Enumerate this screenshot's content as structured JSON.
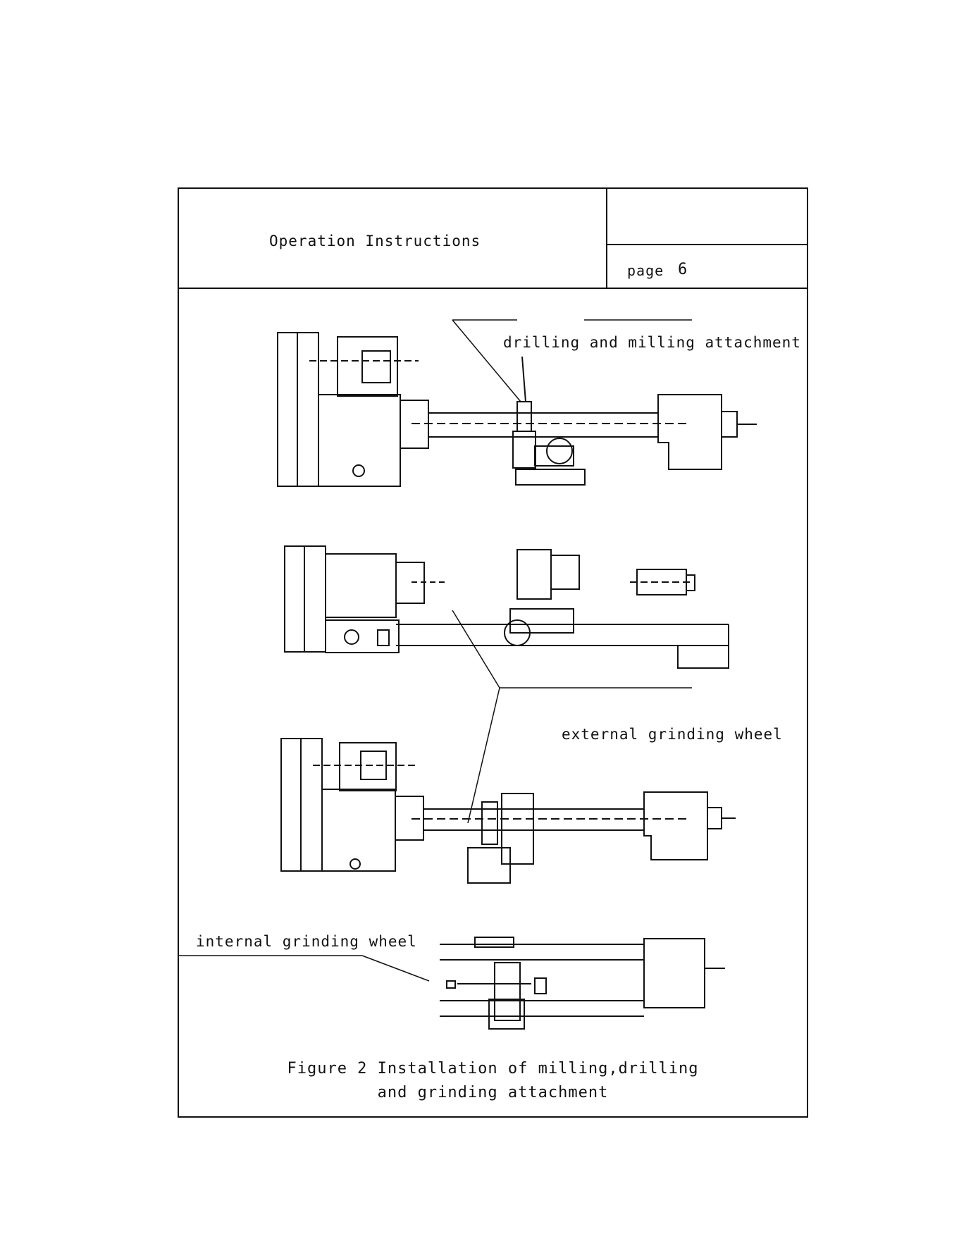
{
  "header": {
    "title": "Operation Instructions",
    "page_label": "page",
    "page_number": "6"
  },
  "figure": {
    "labels": {
      "drilling_milling": "drilling and milling attachment",
      "external_grinding": "external grinding wheel",
      "internal_grinding": "internal grinding wheel"
    },
    "caption_line1": "Figure 2 Installation of milling,drilling",
    "caption_line2": "and grinding attachment"
  }
}
